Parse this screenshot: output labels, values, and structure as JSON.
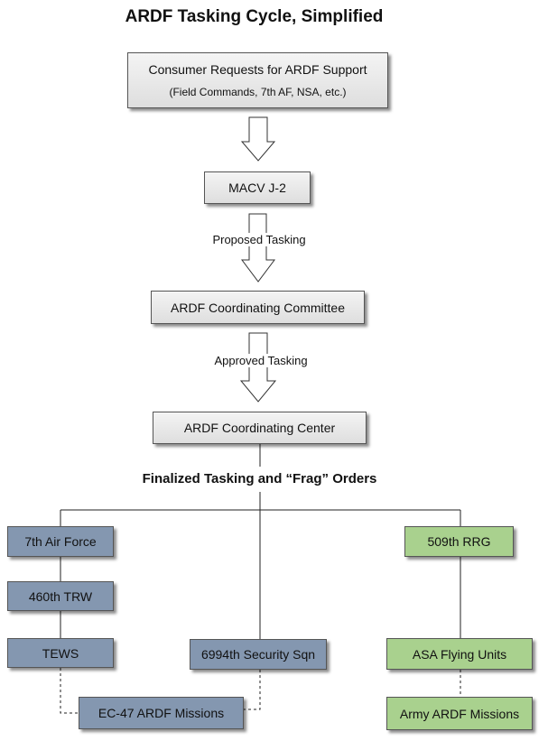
{
  "title": "ARDF Tasking Cycle, Simplified",
  "nodes": {
    "consumer": {
      "line1": "Consumer Requests for ARDF Support",
      "line2": "(Field Commands, 7th AF, NSA,  etc.)"
    },
    "macv": "MACV  J-2",
    "committee": "ARDF Coordinating Committee",
    "center": "ARDF Coordinating Center",
    "af7": "7th Air Force",
    "trw460": "460th TRW",
    "tews": "TEWS",
    "sqn6994": "6994th Security Sqn",
    "ec47": "EC-47 ARDF Missions",
    "rrg509": "509th RRG",
    "asa": "ASA Flying Units",
    "army": "Army ARDF Missions"
  },
  "labels": {
    "proposed": "Proposed Tasking",
    "approved": "Approved Tasking",
    "finalized": "Finalized Tasking and “Frag” Orders"
  },
  "colors": {
    "gray_box": "#e3e3e3",
    "air_force_box": "#8497b0",
    "army_box": "#a9d18e"
  }
}
